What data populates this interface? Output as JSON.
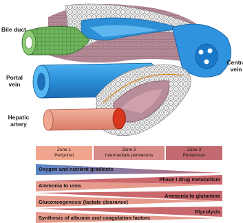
{
  "labels": {
    "bile_duct": "Bile duct",
    "portal_vein_l1": "Portal",
    "portal_vein_l2": "vein",
    "hepatic_artery_l1": "Hepatic",
    "hepatic_artery_l2": "artery",
    "central_vein_l1": "Centra",
    "central_vein_l2": "vein"
  },
  "zones": [
    {
      "name": "Zone 1",
      "desc": "Periportal",
      "color": "#f2a58e"
    },
    {
      "name": "Zone 2",
      "desc": "Intermediate perivenous",
      "color": "#d98b89"
    },
    {
      "name": "Zone 3",
      "desc": "Perivenous",
      "color": "#c26a6f"
    }
  ],
  "gradients": [
    {
      "label": "Oxygen and nutrient gradients",
      "direction": "decreasing",
      "color": "#5a86c8"
    },
    {
      "label": "Phase I drug metabolism",
      "direction": "increasing",
      "color": "#c9676c"
    },
    {
      "label": "Ammonia to urea",
      "direction": "decreasing",
      "color": "#e59a8c"
    },
    {
      "label": "Ammonia to glutamine",
      "direction": "increasing",
      "color": "#c9676c"
    },
    {
      "label": "Gluconeogenesis (lactate clearance)",
      "direction": "decreasing",
      "color": "#e59a8c"
    },
    {
      "label": "Glycolysis",
      "direction": "increasing",
      "color": "#c9676c"
    },
    {
      "label": "Synthesis of albumin and coagulation factors",
      "direction": "decreasing",
      "color": "#e59a8c"
    }
  ],
  "colors": {
    "bile_duct": "#6fb35c",
    "portal_vein": "#2c8fd6",
    "hepatic_artery": "#e58a74",
    "artery_lumen": "#d9361e",
    "central_vein": "#2f93e0",
    "hepatocyte": "#eeeeee",
    "sinusoid": "#7a6f78"
  }
}
